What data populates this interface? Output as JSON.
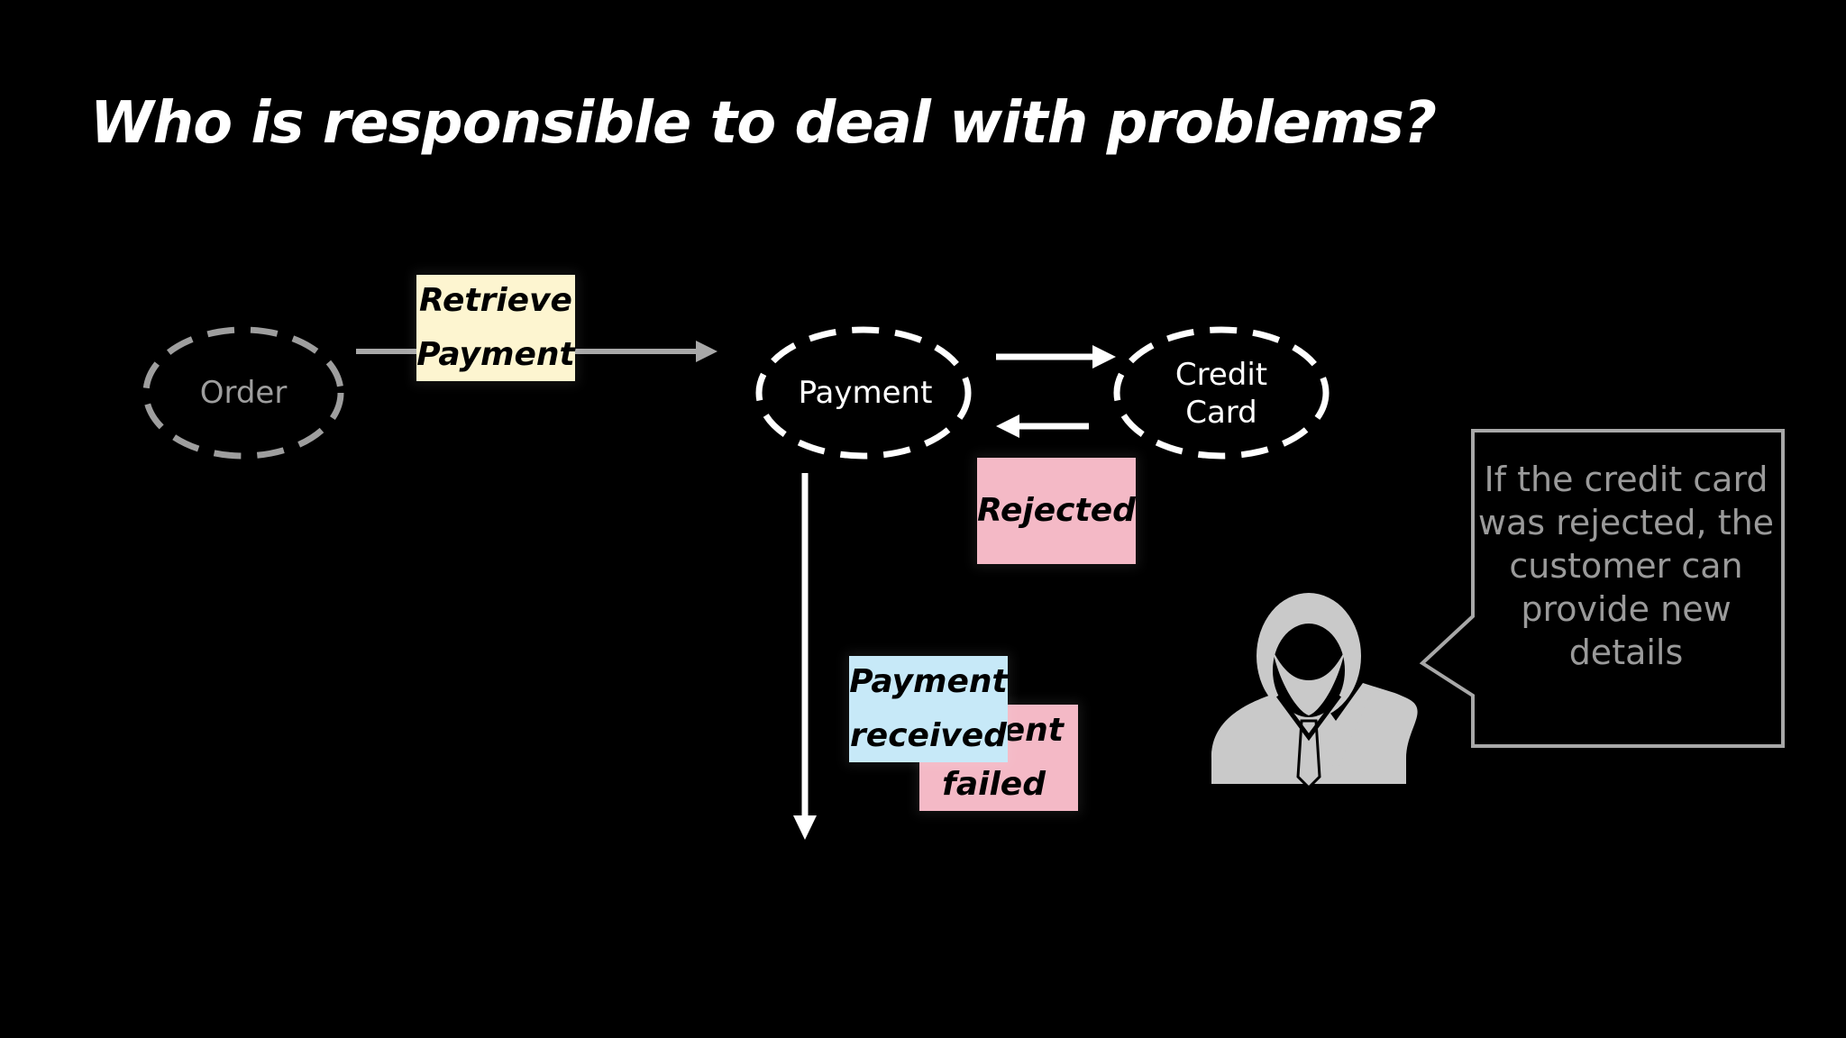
{
  "title": "Who is responsible to deal with problems?",
  "nodes": {
    "order": "Order",
    "payment": "Payment",
    "credit_card_line1": "Credit",
    "credit_card_line2": "Card"
  },
  "stickies": {
    "retrieve_payment_line1": "Retrieve",
    "retrieve_payment_line2": "Payment",
    "rejected": "Rejected",
    "payment_failed_line1": "ment",
    "payment_failed_line2": "failed",
    "payment_received_line1": "Payment",
    "payment_received_line2": "received"
  },
  "callout": "If the credit card was rejected, the customer can provide new details",
  "colors": {
    "background": "#000000",
    "dim_node": "#9e9e9e",
    "active_node": "#ffffff",
    "sticky_yellow": "#fdf5d0",
    "sticky_pink": "#f4b9c6",
    "sticky_blue": "#c7e9f8",
    "person_icon": "#c9c9c9"
  },
  "icons": {
    "person": "person-icon"
  }
}
